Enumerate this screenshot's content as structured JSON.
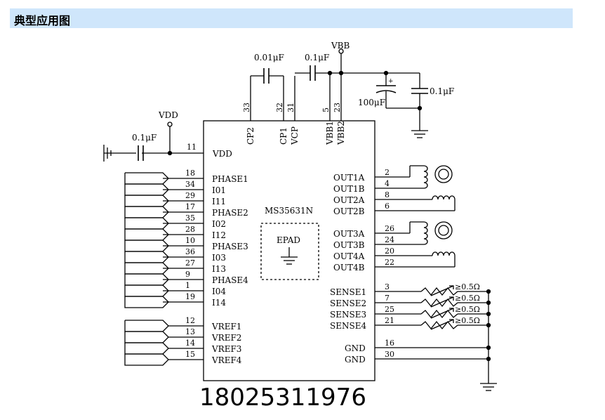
{
  "header": {
    "title": "典型应用图"
  },
  "footer": {
    "text": "18025311976"
  },
  "chip": {
    "name": "MS35631N",
    "epad": "EPAD",
    "top_pins": [
      {
        "num": "33",
        "label": "CP2"
      },
      {
        "num": "32",
        "label": "CP1"
      },
      {
        "num": "31",
        "label": "VCP"
      },
      {
        "num": "5",
        "label": "VBB1"
      },
      {
        "num": "23",
        "label": "VBB2"
      }
    ],
    "vdd_pin": {
      "num": "11",
      "label": "VDD"
    },
    "left_pins": [
      {
        "num": "18",
        "label": "PHASE1"
      },
      {
        "num": "34",
        "label": "I01"
      },
      {
        "num": "29",
        "label": "I11"
      },
      {
        "num": "17",
        "label": "PHASE2"
      },
      {
        "num": "35",
        "label": "I02"
      },
      {
        "num": "28",
        "label": "I12"
      },
      {
        "num": "10",
        "label": "PHASE3"
      },
      {
        "num": "36",
        "label": "I03"
      },
      {
        "num": "27",
        "label": "I13"
      },
      {
        "num": "9",
        "label": "PHASE4"
      },
      {
        "num": "1",
        "label": "I04"
      },
      {
        "num": "19",
        "label": "I14"
      }
    ],
    "vref_pins": [
      {
        "num": "12",
        "label": "VREF1"
      },
      {
        "num": "13",
        "label": "VREF2"
      },
      {
        "num": "14",
        "label": "VREF3"
      },
      {
        "num": "15",
        "label": "VREF4"
      }
    ],
    "out_pins": [
      {
        "num": "2",
        "label": "OUT1A"
      },
      {
        "num": "4",
        "label": "OUT1B"
      },
      {
        "num": "8",
        "label": "OUT2A"
      },
      {
        "num": "6",
        "label": "OUT2B"
      },
      {
        "num": "26",
        "label": "OUT3A"
      },
      {
        "num": "24",
        "label": "OUT3B"
      },
      {
        "num": "20",
        "label": "OUT4A"
      },
      {
        "num": "22",
        "label": "OUT4B"
      }
    ],
    "sense_pins": [
      {
        "num": "3",
        "label": "SENSE1"
      },
      {
        "num": "7",
        "label": "SENSE2"
      },
      {
        "num": "25",
        "label": "SENSE3"
      },
      {
        "num": "21",
        "label": "SENSE4"
      }
    ],
    "gnd_pins": [
      {
        "num": "16",
        "label": "GND"
      },
      {
        "num": "30",
        "label": "GND"
      }
    ]
  },
  "components": {
    "vbb_label": "VBB",
    "vdd_label": "VDD",
    "cap_cp": "0.01μF",
    "cap_vcp": "0.1μF",
    "cap_vdd": "0.1μF",
    "cap_bulk": "100μF",
    "cap_vbb": "0.1μF",
    "bulk_polarity": "+",
    "sense_res": "≥0.5Ω"
  }
}
